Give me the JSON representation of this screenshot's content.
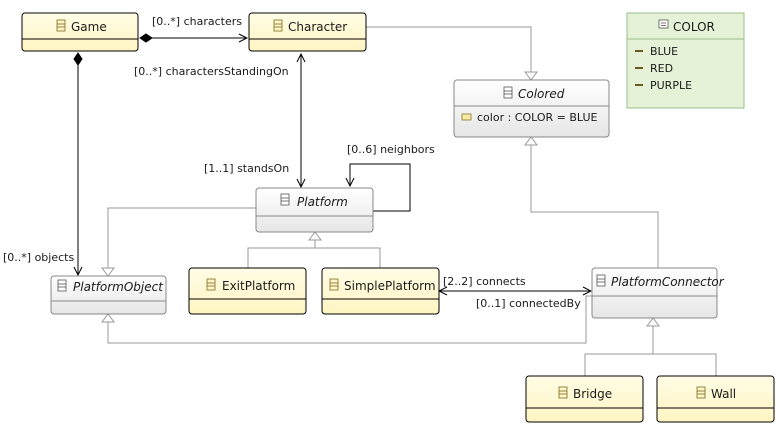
{
  "classes": {
    "game": {
      "name": "Game",
      "kind": "concrete"
    },
    "character": {
      "name": "Character",
      "kind": "concrete"
    },
    "color_enum": {
      "name": "COLOR",
      "kind": "enum",
      "literals": [
        "BLUE",
        "RED",
        "PURPLE"
      ]
    },
    "colored": {
      "name": "Colored",
      "kind": "abstract",
      "attributes": [
        "color : COLOR = BLUE"
      ]
    },
    "platform": {
      "name": "Platform",
      "kind": "abstract"
    },
    "platform_object": {
      "name": "PlatformObject",
      "kind": "abstract"
    },
    "exit_platform": {
      "name": "ExitPlatform",
      "kind": "concrete"
    },
    "simple_platform": {
      "name": "SimplePlatform",
      "kind": "concrete"
    },
    "platform_connector": {
      "name": "PlatformConnector",
      "kind": "abstract"
    },
    "bridge": {
      "name": "Bridge",
      "kind": "concrete"
    },
    "wall": {
      "name": "Wall",
      "kind": "concrete"
    }
  },
  "associations": {
    "characters": "[0..*] characters",
    "characters_standing_on": "[0..*] charactersStandingOn",
    "stands_on": "[1..1] standsOn",
    "neighbors": "[0..6] neighbors",
    "objects": "[0..*] objects",
    "connects": "[2..2] connects",
    "connected_by": "[0..1] connectedBy"
  },
  "colors": {
    "concrete_fill": "#fffde0",
    "abstract_fill": "#eeeeee",
    "enum_fill": "#e5f2d8",
    "generalization_line": "#9a9a9a"
  }
}
